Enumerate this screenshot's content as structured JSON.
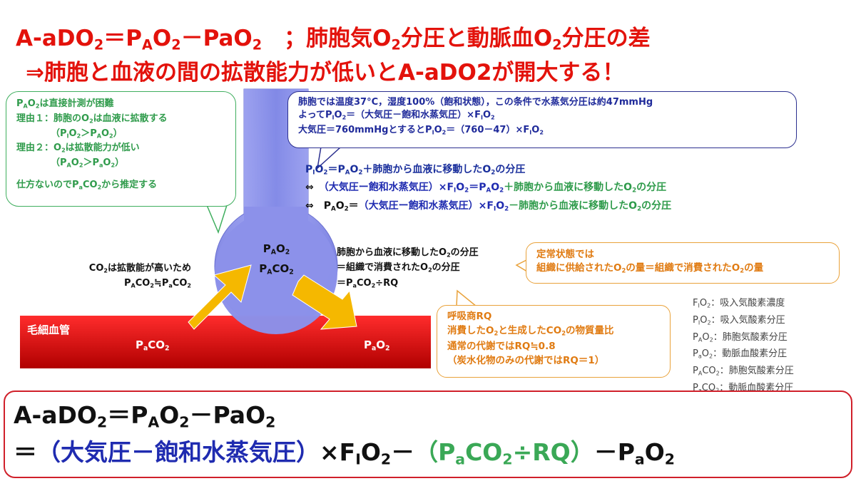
{
  "title": {
    "line1_main": "A-aDO",
    "line1_rest": "；肺胞気O",
    "line1_rest2": "分圧と動脈血O",
    "line1_rest3": "分圧の差",
    "line2": "⇒肺胞と血液の間の拡散能力が低いとA-aDO2が開大する！"
  },
  "green_callout": {
    "line1_suffix": "は直接計測が困難",
    "reason1": "理由１：肺胞のO",
    "reason1_suffix": "は血液に拡散する",
    "reason1_paren": "（P",
    "reason2": "理由２：O",
    "reason2_suffix": "は拡散能力が低い",
    "conclusion": "仕方ないのでP",
    "conclusion_suffix": "から推定する"
  },
  "blue_callout": {
    "line1": "肺胞では温度37°C，湿度100%（飽和状態），この条件で水蒸気分圧は約47mmHg",
    "line2_prefix": "よってP",
    "line2_mid": "＝（大気圧－飽和水蒸気圧）×F",
    "line3_prefix": "大気圧＝760mmHgとするとP",
    "line3_mid": "＝（760－47）×F"
  },
  "equations": {
    "eq1_mid": "＋肺胞から血液に移動したO",
    "eq1_end": "の分圧",
    "eq2_prefix": "⇔",
    "eq2_blue": "（大気圧ー飽和水蒸気圧）×F",
    "eq2_green": "＋肺胞から血液に移動したO",
    "eq2_end": "の分圧",
    "eq3_prefix": "⇔",
    "eq3_blue": "（大気圧ー飽和水蒸気圧）×F",
    "eq3_green": "－肺胞から血液に移動したO",
    "eq3_end": "の分圧"
  },
  "alveolus": {
    "line1": "PAO2",
    "line2": "PACO2"
  },
  "left_note": {
    "line1_suffix": "は拡散能が高いため",
    "line2": "≒"
  },
  "right_note": {
    "line1": "肺胞から血液に移動したO",
    "line1_end": "の分圧",
    "line2": "＝組織で消費されたO",
    "line2_end": "の分圧",
    "line3_suffix": "÷RQ"
  },
  "capillary": {
    "label": "毛細血管",
    "left_value": "PaCO2",
    "right_value": "PaO2"
  },
  "steady_state": {
    "line1": "定常状態では",
    "line2": "組織に供給されたO",
    "line2_mid": "の量＝組織で消費されたO",
    "line2_end": "の量"
  },
  "rq_callout": {
    "title": "呼吸商RQ",
    "line1": "消費したO",
    "line1_mid": "と生成したCO",
    "line1_end": "の物質量比",
    "line2": "通常の代謝ではRQ≒0.8",
    "line3": "（炭水化物のみの代謝ではRQ＝1）"
  },
  "legend": [
    {
      "sym_main": "F",
      "sym_sub": "I",
      "sym_tail": "O",
      "sym_tail_sub": "2",
      "desc": "：吸入気酸素濃度"
    },
    {
      "sym_main": "P",
      "sym_sub": "I",
      "sym_tail": "O",
      "sym_tail_sub": "2",
      "desc": "：吸入気酸素分圧"
    },
    {
      "sym_main": "P",
      "sym_sub": "A",
      "sym_tail": "O",
      "sym_tail_sub": "2",
      "desc": "：肺胞気酸素分圧"
    },
    {
      "sym_main": "P",
      "sym_sub": "a",
      "sym_tail": "O",
      "sym_tail_sub": "2",
      "desc": "：動脈血酸素分圧"
    },
    {
      "sym_main": "P",
      "sym_sub": "A",
      "sym_tail": "CO",
      "sym_tail_sub": "2",
      "desc": "：肺胞気酸素分圧"
    },
    {
      "sym_main": "P",
      "sym_sub": "a",
      "sym_tail": "CO",
      "sym_tail_sub": "2",
      "desc": "：動脈血酸素分圧"
    }
  ],
  "formula": {
    "line1_a": "A-aDO",
    "line1_b": "＝P",
    "line1_c": "O",
    "line1_d": "－PaO",
    "line2_eq": "＝",
    "line2_blue": "（大気圧－飽和水蒸気圧）",
    "line2_times": "×F",
    "line2_minus": "－",
    "line2_green_open": "（P",
    "line2_green_mid": "CO",
    "line2_green_close": "÷RQ）",
    "line2_end": "－P"
  },
  "colors": {
    "title_red": "#e3120b",
    "green": "#2f9b4b",
    "blue": "#1f2bb0",
    "orange": "#e07b12",
    "alveolus_fill": "#8d92ec",
    "capillary_red": "#e01010",
    "arrow_yellow": "#f5b800"
  }
}
